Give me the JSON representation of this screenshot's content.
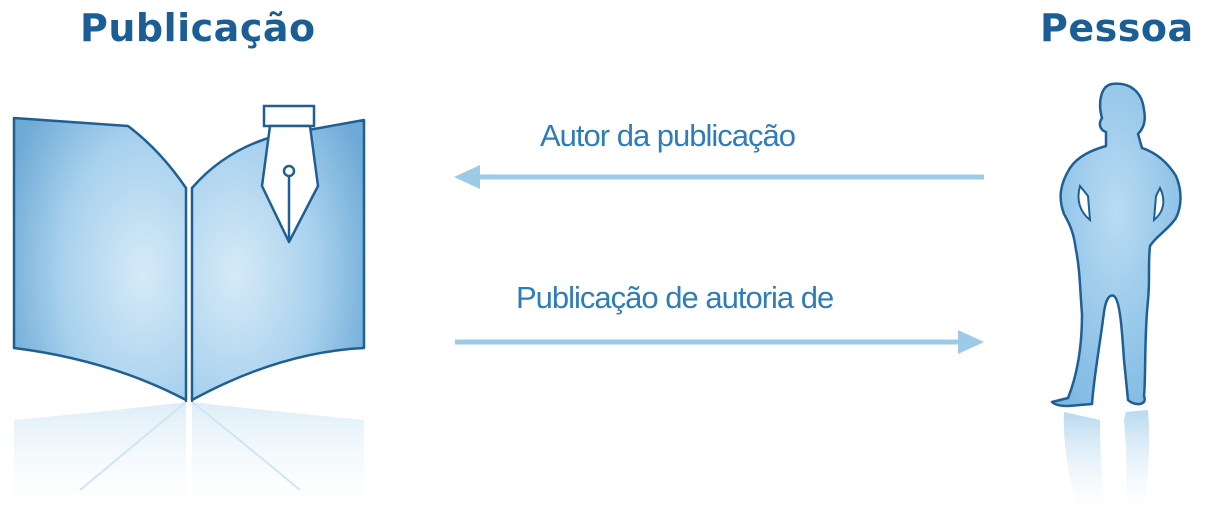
{
  "diagram": {
    "left_entity": {
      "title": "Publicação",
      "icon": "open-book-with-fountain-pen-icon"
    },
    "right_entity": {
      "title": "Pessoa",
      "icon": "person-silhouette-icon"
    },
    "relations": [
      {
        "label": "Autor da publicação",
        "direction": "right-to-left"
      },
      {
        "label": "Publicação de autoria de",
        "direction": "left-to-right"
      }
    ],
    "colors": {
      "title": "#1b5e96",
      "label": "#2f7db8",
      "arrow": "#9ccbe8",
      "outline": "#1f5f93",
      "fill": "#8ec3e6"
    }
  }
}
